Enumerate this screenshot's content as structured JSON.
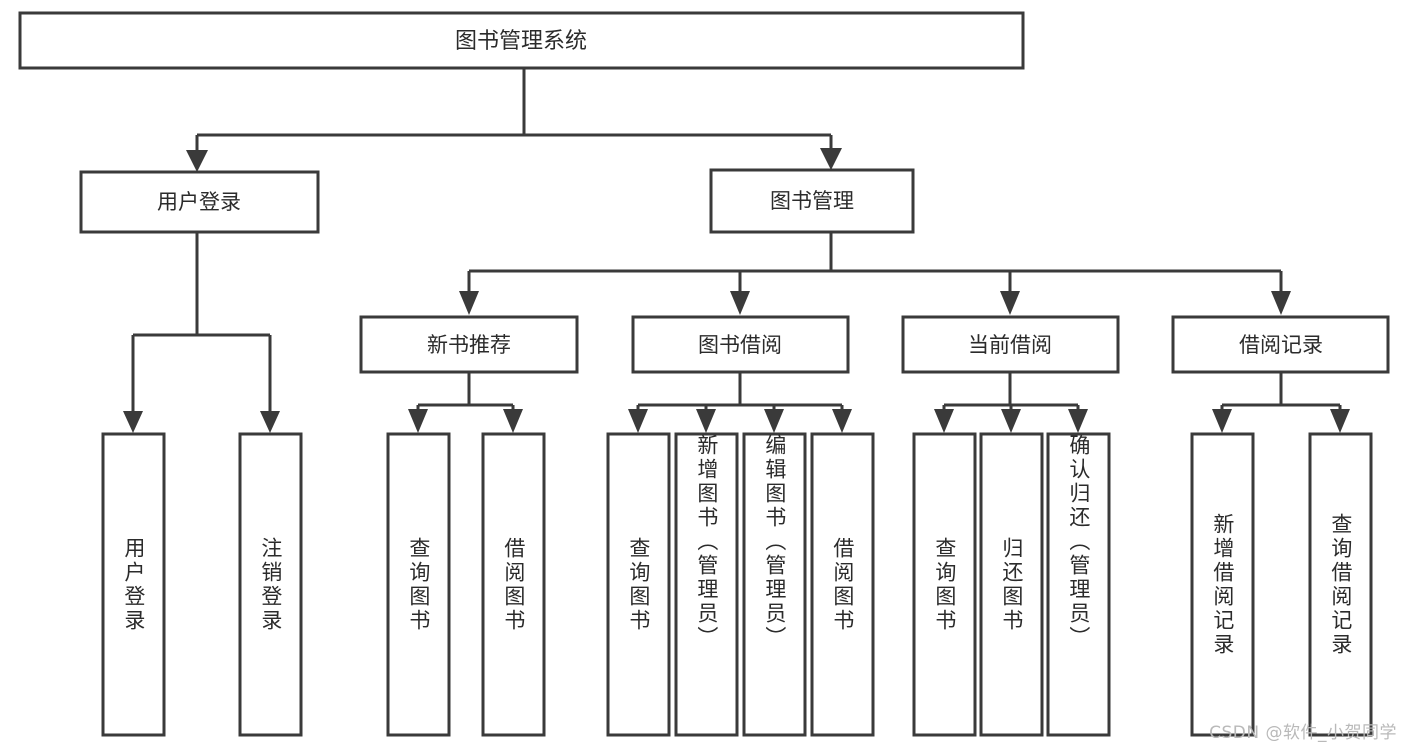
{
  "diagram": {
    "type": "tree-hierarchy",
    "title": "图书管理系统",
    "root": {
      "id": "root",
      "label": "图书管理系统",
      "orientation": "horizontal"
    },
    "level1": [
      {
        "id": "user-login",
        "label": "用户登录",
        "orientation": "horizontal"
      },
      {
        "id": "book-manage",
        "label": "图书管理",
        "orientation": "horizontal"
      }
    ],
    "level2": [
      {
        "id": "new-book-recommend",
        "label": "新书推荐",
        "orientation": "horizontal",
        "parent": "book-manage"
      },
      {
        "id": "book-borrow",
        "label": "图书借阅",
        "orientation": "horizontal",
        "parent": "book-manage"
      },
      {
        "id": "current-borrow",
        "label": "当前借阅",
        "orientation": "horizontal",
        "parent": "book-manage"
      },
      {
        "id": "borrow-record",
        "label": "借阅记录",
        "orientation": "horizontal",
        "parent": "book-manage"
      }
    ],
    "leaves": [
      {
        "id": "leaf-user-login",
        "label": "用户登录",
        "parent": "user-login",
        "orientation": "vertical"
      },
      {
        "id": "leaf-user-logout",
        "label": "注销登录",
        "parent": "user-login",
        "orientation": "vertical"
      },
      {
        "id": "leaf-query-book-1",
        "label": "查询图书",
        "parent": "new-book-recommend",
        "orientation": "vertical"
      },
      {
        "id": "leaf-borrow-book-1",
        "label": "借阅图书",
        "parent": "new-book-recommend",
        "orientation": "vertical"
      },
      {
        "id": "leaf-query-book-2",
        "label": "查询图书",
        "parent": "book-borrow",
        "orientation": "vertical"
      },
      {
        "id": "leaf-add-book",
        "label": "新增图书（管理员）",
        "parent": "book-borrow",
        "orientation": "vertical"
      },
      {
        "id": "leaf-edit-book",
        "label": "编辑图书（管理员）",
        "parent": "book-borrow",
        "orientation": "vertical"
      },
      {
        "id": "leaf-borrow-book-2",
        "label": "借阅图书",
        "parent": "book-borrow",
        "orientation": "vertical"
      },
      {
        "id": "leaf-query-book-3",
        "label": "查询图书",
        "parent": "current-borrow",
        "orientation": "vertical"
      },
      {
        "id": "leaf-return-book",
        "label": "归还图书",
        "parent": "current-borrow",
        "orientation": "vertical"
      },
      {
        "id": "leaf-confirm-return",
        "label": "确认归还（管理员）",
        "parent": "current-borrow",
        "orientation": "vertical"
      },
      {
        "id": "leaf-add-record",
        "label": "新增借阅记录",
        "parent": "borrow-record",
        "orientation": "vertical"
      },
      {
        "id": "leaf-query-record",
        "label": "查询借阅记录",
        "parent": "borrow-record",
        "orientation": "vertical"
      }
    ],
    "colors": {
      "stroke": "#3a3a3a",
      "fill": "#ffffff",
      "text": "#2b2b2b",
      "watermark": "#b9b9b9",
      "background": "#ffffff"
    }
  },
  "watermark": {
    "text": "CSDN @软件_小贺同学"
  }
}
